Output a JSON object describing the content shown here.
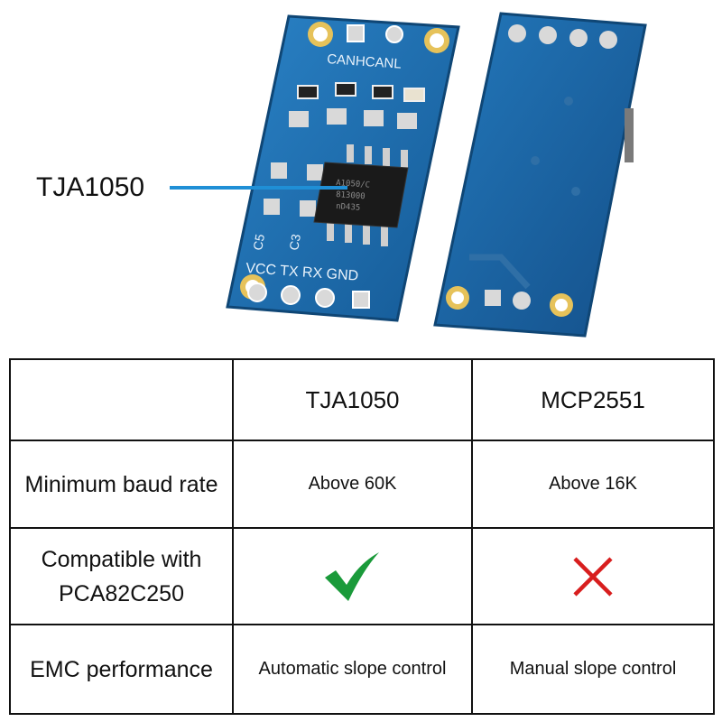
{
  "image": {
    "callout_label": "TJA1050",
    "board_silkscreen": {
      "bus_pins": "CANHCANL",
      "cap_left": "C5",
      "cap_right": "C3",
      "pin_row": "VCC TX RX GND"
    },
    "colors": {
      "pcb_blue": "#1f6fb0",
      "pcb_dark": "#154f86",
      "pad_gold": "#c9a44a",
      "callout_line": "#1f8fd6",
      "chip_black": "#1a1a1a"
    }
  },
  "table": {
    "columns": [
      "",
      "TJA1050",
      "MCP2551"
    ],
    "rows": [
      {
        "label_lines": [
          "Minimum baud rate"
        ],
        "tja1050": "Above 60K",
        "mcp2551": "Above 16K"
      },
      {
        "label_lines": [
          "Compatible with",
          "PCA82C250"
        ],
        "tja1050_icon": "check-icon",
        "mcp2551_icon": "cross-icon"
      },
      {
        "label_lines": [
          "EMC performance"
        ],
        "tja1050": "Automatic slope control",
        "mcp2551": "Manual slope control"
      }
    ],
    "colors": {
      "check": "#1a9a3a",
      "cross": "#d81e1e"
    }
  }
}
